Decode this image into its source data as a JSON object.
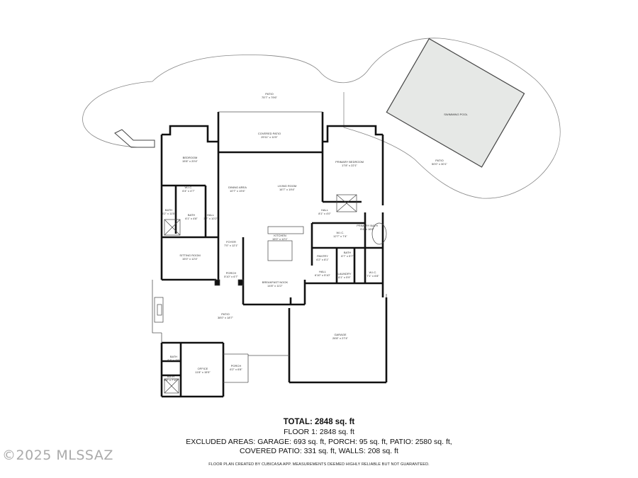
{
  "rooms": {
    "patio_top": {
      "name": "PATIO",
      "dims": "75'7\" x 79'6\""
    },
    "covered_patio": {
      "name": "COVERED PATIO",
      "dims": "29'11\" x 11'5\""
    },
    "swimming_pool": {
      "name": "SWIMMING POOL",
      "dims": ""
    },
    "patio_right": {
      "name": "PATIO",
      "dims": "50'0\" x 30'1\""
    },
    "bedroom": {
      "name": "BEDROOM",
      "dims": "15'8\" x 20'4\""
    },
    "primary_bedroom": {
      "name": "PRIMARY BEDROOM",
      "dims": "17'8\" x 22'1\""
    },
    "wic_left": {
      "name": "W.I.C.",
      "dims": "6'4\" x 4'7\""
    },
    "dining_area": {
      "name": "DINING AREA",
      "dims": "10'7\" x 19'4\""
    },
    "living_room": {
      "name": "LIVING ROOM",
      "dims": "16'7\" x 19'4\""
    },
    "hall_top": {
      "name": "HALL",
      "dims": "8'1\" x 4'0\""
    },
    "bath_left1": {
      "name": "BATH",
      "dims": "5'2\" x 11'5\""
    },
    "bath_left2": {
      "name": "BATH",
      "dims": "6'1\" x 4'8\""
    },
    "hall_left": {
      "name": "HALL",
      "dims": "3'7\" x 10'2\""
    },
    "wic_mid": {
      "name": "W.I.C.",
      "dims": "12'7\" x 7'4\""
    },
    "primary_bath": {
      "name": "PRIMARY BATH",
      "dims": "9'4\" x 16'8\""
    },
    "kitchen": {
      "name": "KITCHEN",
      "dims": "15'0\" x 12'1\""
    },
    "foyer": {
      "name": "FOYER",
      "dims": "7'0\" x 12'1\""
    },
    "sitting_room": {
      "name": "SITTING ROOM",
      "dims": "15'0\" x 12'4\""
    },
    "pantry": {
      "name": "PANTRY",
      "dims": "6'2\" x 8'1\""
    },
    "bath_mid": {
      "name": "BATH",
      "dims": "6'7\" x 5'7\""
    },
    "hall_mid": {
      "name": "HALL",
      "dims": "6'10\" x 5'10\""
    },
    "laundry": {
      "name": "LAUNDRY",
      "dims": "6'1\" x 5'9\""
    },
    "wic_right": {
      "name": "W.I.C.",
      "dims": "7'1\" x 6'8\""
    },
    "porch_mid": {
      "name": "PORCH",
      "dims": "5'10\" x 6'7\""
    },
    "breakfast_nook": {
      "name": "BREAKFAST NOOK",
      "dims": "14'8\" x 11'2\""
    },
    "patio_mid": {
      "name": "PATIO",
      "dims": "38'0\" x 18'7\""
    },
    "garage": {
      "name": "GARAGE",
      "dims": "26'8\" x 27'4\""
    },
    "bath_office1": {
      "name": "BATH",
      "dims": "6'4\" x 4'6\""
    },
    "office": {
      "name": "OFFICE",
      "dims": "11'8\" x 15'5\""
    },
    "porch_office": {
      "name": "PORCH",
      "dims": "6'2\" x 6'8\""
    },
    "bath_office2": {
      "name": "BATH",
      "dims": "5'4\" x 7'10\""
    }
  },
  "summary": {
    "total": "TOTAL: 2848 sq. ft",
    "floor": "FLOOR 1: 2848 sq. ft",
    "excluded_1": "EXCLUDED AREAS: GARAGE: 693 sq. ft, PORCH: 95 sq. ft, PATIO: 2580 sq. ft,",
    "excluded_2": "COVERED PATIO: 331 sq. ft, WALLS: 208 sq. ft",
    "disclaimer": "FLOOR PLAN CREATED BY CUBICASA APP. MEASUREMENTS DEEMED HIGHLY RELIABLE BUT NOT GUARANTEED."
  },
  "watermark": "©2025 MLSSAZ",
  "colors": {
    "wall": "#111111",
    "pool": "#e6e8e6",
    "outline": "#777777"
  }
}
